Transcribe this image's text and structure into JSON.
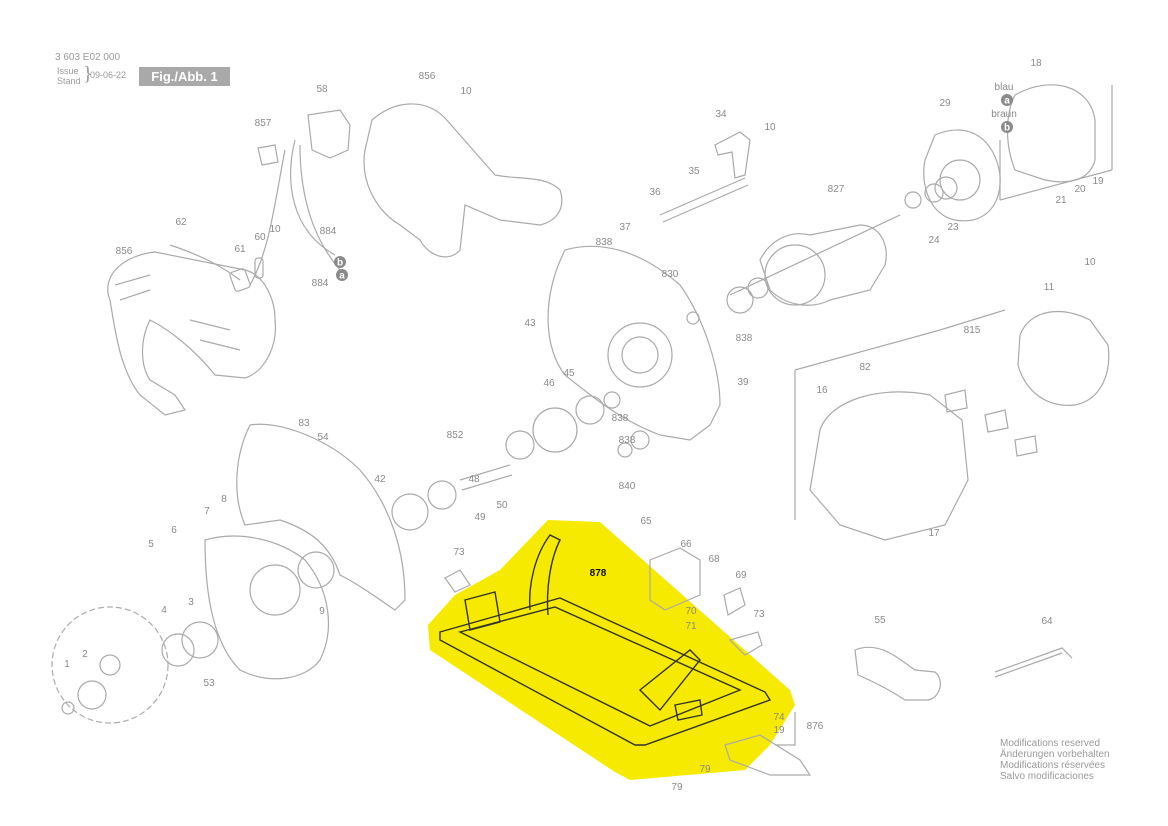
{
  "header": {
    "doc_code": "3 603 E02 000",
    "issue_label": "Issue",
    "stand_label": "Stand",
    "date": "09-06-22",
    "figure_label": "Fig./Abb. 1"
  },
  "footer": {
    "lines": [
      "Modifications reserved",
      "Änderungen vorbehalten",
      "Modifications réservées",
      "Salvo modificaciones"
    ]
  },
  "wire_markers": {
    "a_color_label": "blau",
    "b_color_label": "braun"
  },
  "part_labels": [
    {
      "id": "857",
      "text": "857"
    },
    {
      "id": "58",
      "text": "58"
    },
    {
      "id": "856a",
      "text": "856"
    },
    {
      "id": "10a",
      "text": "10"
    },
    {
      "id": "34",
      "text": "34"
    },
    {
      "id": "10b",
      "text": "10"
    },
    {
      "id": "29",
      "text": "29"
    },
    {
      "id": "18",
      "text": "18"
    },
    {
      "id": "62",
      "text": "62"
    },
    {
      "id": "60",
      "text": "60"
    },
    {
      "id": "10c",
      "text": "10"
    },
    {
      "id": "884a",
      "text": "884"
    },
    {
      "id": "61",
      "text": "61"
    },
    {
      "id": "884b",
      "text": "884"
    },
    {
      "id": "856b",
      "text": "856"
    },
    {
      "id": "36",
      "text": "36"
    },
    {
      "id": "35",
      "text": "35"
    },
    {
      "id": "37",
      "text": "37"
    },
    {
      "id": "838a",
      "text": "838"
    },
    {
      "id": "827",
      "text": "827"
    },
    {
      "id": "830",
      "text": "830"
    },
    {
      "id": "838b",
      "text": "838"
    },
    {
      "id": "24",
      "text": "24"
    },
    {
      "id": "23",
      "text": "23"
    },
    {
      "id": "21",
      "text": "21"
    },
    {
      "id": "20",
      "text": "20"
    },
    {
      "id": "19a",
      "text": "19"
    },
    {
      "id": "10d",
      "text": "10"
    },
    {
      "id": "11",
      "text": "11"
    },
    {
      "id": "815",
      "text": "815"
    },
    {
      "id": "43",
      "text": "43"
    },
    {
      "id": "46",
      "text": "46"
    },
    {
      "id": "45",
      "text": "45"
    },
    {
      "id": "838c",
      "text": "838"
    },
    {
      "id": "838d",
      "text": "838"
    },
    {
      "id": "39",
      "text": "39"
    },
    {
      "id": "82",
      "text": "82"
    },
    {
      "id": "16",
      "text": "16"
    },
    {
      "id": "83",
      "text": "83"
    },
    {
      "id": "54",
      "text": "54"
    },
    {
      "id": "852",
      "text": "852"
    },
    {
      "id": "840",
      "text": "840"
    },
    {
      "id": "42",
      "text": "42"
    },
    {
      "id": "48",
      "text": "48"
    },
    {
      "id": "50",
      "text": "50"
    },
    {
      "id": "49",
      "text": "49"
    },
    {
      "id": "17",
      "text": "17"
    },
    {
      "id": "8",
      "text": "8"
    },
    {
      "id": "7",
      "text": "7"
    },
    {
      "id": "6",
      "text": "6"
    },
    {
      "id": "5",
      "text": "5"
    },
    {
      "id": "9",
      "text": "9"
    },
    {
      "id": "4",
      "text": "4"
    },
    {
      "id": "3",
      "text": "3"
    },
    {
      "id": "2",
      "text": "2"
    },
    {
      "id": "1",
      "text": "1"
    },
    {
      "id": "53",
      "text": "53"
    },
    {
      "id": "73a",
      "text": "73"
    },
    {
      "id": "65",
      "text": "65"
    },
    {
      "id": "66",
      "text": "66"
    },
    {
      "id": "68",
      "text": "68"
    },
    {
      "id": "69",
      "text": "69"
    },
    {
      "id": "70",
      "text": "70"
    },
    {
      "id": "71",
      "text": "71"
    },
    {
      "id": "73b",
      "text": "73"
    },
    {
      "id": "878",
      "text": "878"
    },
    {
      "id": "55",
      "text": "55"
    },
    {
      "id": "64",
      "text": "64"
    },
    {
      "id": "74",
      "text": "74"
    },
    {
      "id": "19b",
      "text": "19"
    },
    {
      "id": "876",
      "text": "876"
    },
    {
      "id": "79a",
      "text": "79"
    },
    {
      "id": "79b",
      "text": "79"
    }
  ],
  "colors": {
    "highlight": "#f5ea00",
    "drawing": "#aaaaaa",
    "base_plate": "#333333",
    "label": "#8a8a8a"
  }
}
